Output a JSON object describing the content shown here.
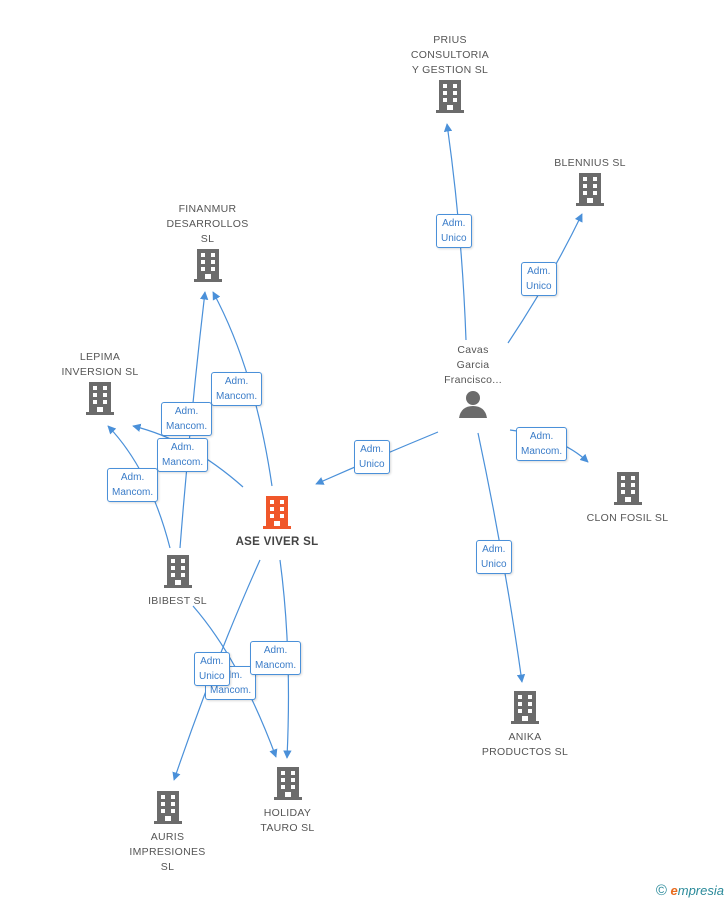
{
  "nodes": {
    "prius": {
      "label": "PRIUS\nCONSULTORIA\nY GESTION SL",
      "type": "company"
    },
    "blennius": {
      "label": "BLENNIUS SL",
      "type": "company"
    },
    "finanmur": {
      "label": "FINANMUR\nDESARROLLOS\nSL",
      "type": "company"
    },
    "lepima": {
      "label": "LEPIMA\nINVERSION SL",
      "type": "company"
    },
    "cavas": {
      "label": "Cavas\nGarcia\nFrancisco...",
      "type": "person"
    },
    "clon": {
      "label": "CLON FOSIL SL",
      "type": "company"
    },
    "asev": {
      "label": "ASE VIVER SL",
      "type": "company-main"
    },
    "ibibest": {
      "label": "IBIBEST SL",
      "type": "company"
    },
    "anika": {
      "label": "ANIKA\nPRODUCTOS SL",
      "type": "company"
    },
    "holiday": {
      "label": "HOLIDAY\nTAURO SL",
      "type": "company"
    },
    "auris": {
      "label": "AURIS\nIMPRESIONES\nSL",
      "type": "company"
    }
  },
  "edge_labels": {
    "cavas_prius": "Adm.\nUnico",
    "cavas_blennius": "Adm.\nUnico",
    "cavas_clon": "Adm.\nMancom.",
    "cavas_asev": "Adm.\nUnico",
    "cavas_anika": "Adm.\nUnico",
    "asev_finanmur": "Adm.\nMancom.",
    "ibibest_finanmur": "Adm.\nMancom.",
    "asev_lepima": "Adm.\nMancom.",
    "ibibest_lepima": "Adm.\nMancom.",
    "asev_holiday": "Adm.\nMancom.",
    "ibibest_holiday": "Adm.\nMancom.",
    "asev_auris": "Adm.\nUnico"
  },
  "colors": {
    "edge": "#4a90d9",
    "icon": "#6b6b6b",
    "icon_main": "#f0572a",
    "person": "#6b6b6b"
  },
  "footer": {
    "copyright": "©",
    "brand_e": "e",
    "brand_rest": "mpresia"
  }
}
